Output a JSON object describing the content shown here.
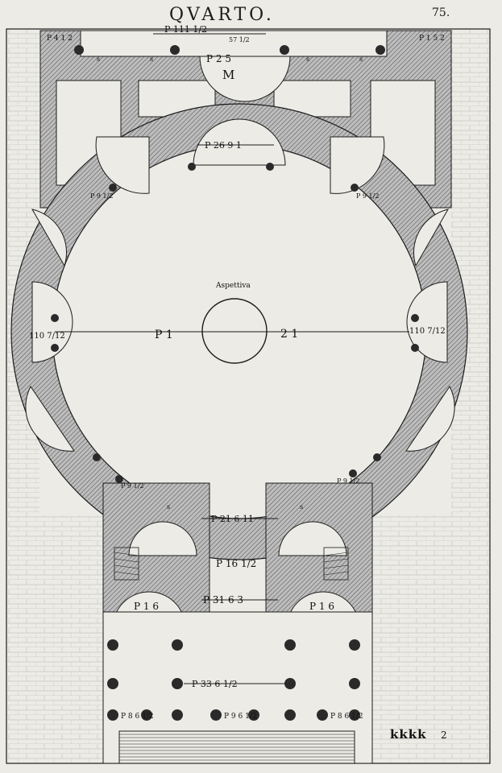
{
  "header": {
    "running_head": "QVARTO.",
    "page_number": "75."
  },
  "plan": {
    "top_left_corner": "P 4 1 2",
    "top_right_corner": "P 1 5 2",
    "top_dimension": "P 111 1/2",
    "top_vertical_label": "57 1/2",
    "niche_dimension": "P 2 5",
    "niche_letter": "M",
    "upper_dimension": "P 26 9 1",
    "center_mark": "Aspettiva",
    "left_span_label": "P 1",
    "right_span_label": "2 1",
    "left_radius": "110 7/12",
    "right_radius": "110 7/12",
    "side_angle_labels": [
      "P 9 1/2",
      "P 9 1/2",
      "P 9 1/2",
      "P 9 1/2"
    ],
    "small_s_labels": [
      "s",
      "s",
      "s",
      "s",
      "s",
      "s"
    ],
    "lower_dimension": "P 21 6 11",
    "passage_dimension": "P 16 1/2",
    "portico_left_room": "P 1 6",
    "portico_right_room": "P 1 6",
    "portico_dimension": "P 31 6 3",
    "porch_dimension": "P 33 6 1/2",
    "column_labels": [
      "P 8 6 1/2",
      "P 9 6 1/2",
      "P 8 6 1/2"
    ]
  },
  "footer": {
    "catchword": "kkkk",
    "signature": "2"
  },
  "colors": {
    "paper": "#ecebe6",
    "ink": "#1c1c1c",
    "hatch": "#8f8f8f",
    "wall": "#a8a8a8"
  }
}
